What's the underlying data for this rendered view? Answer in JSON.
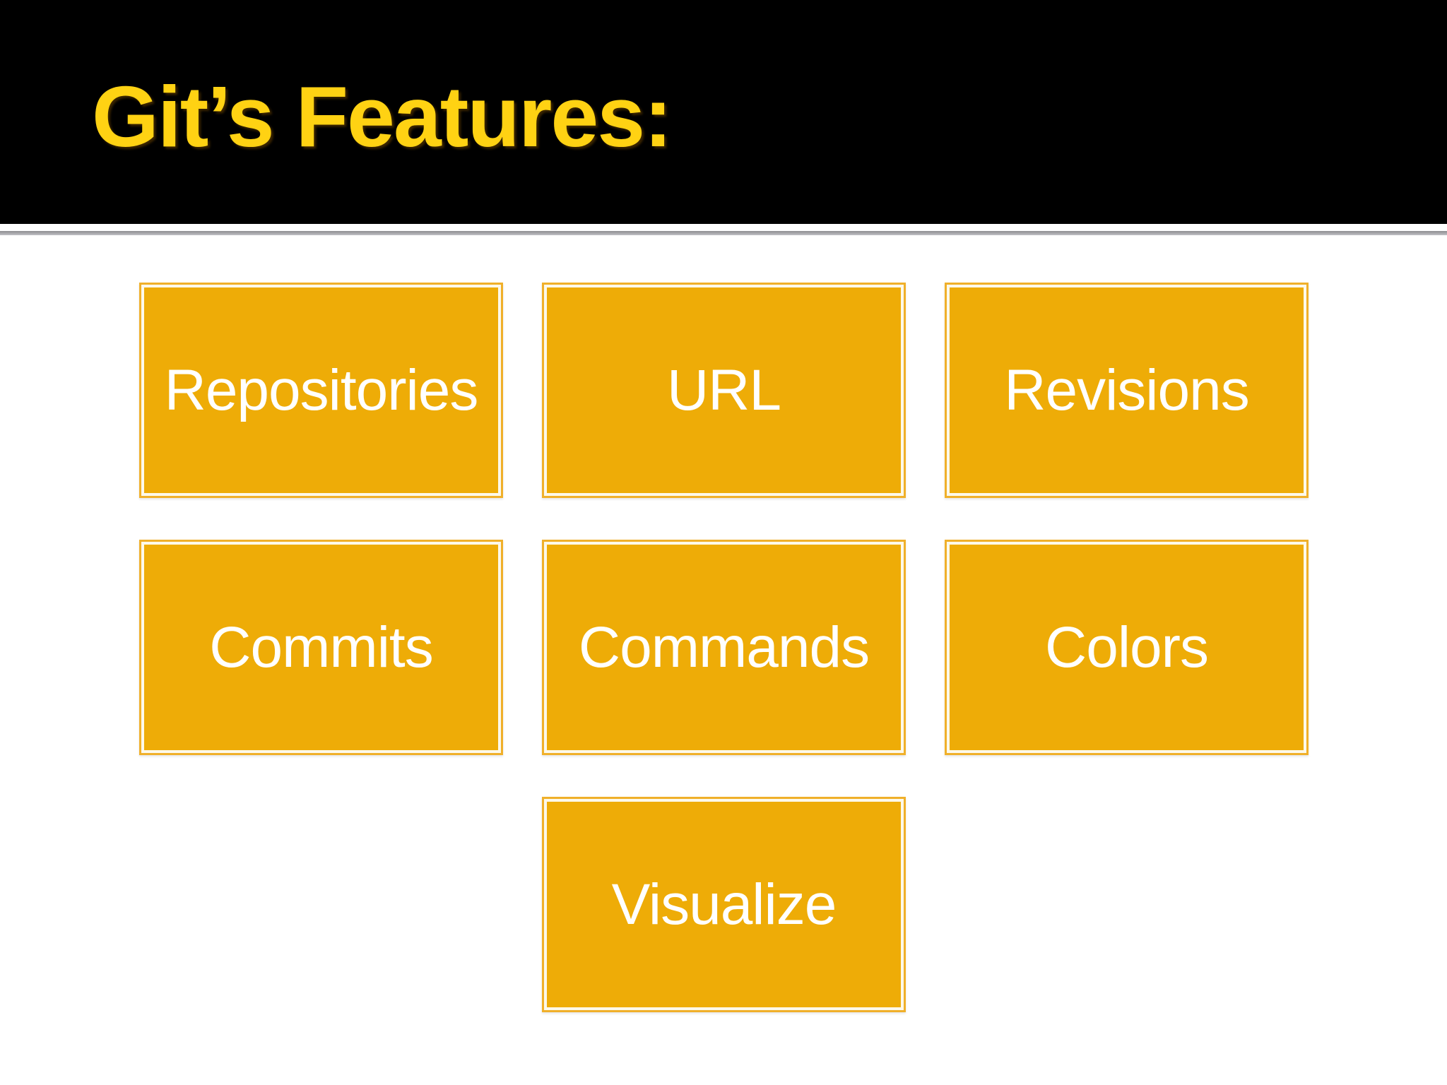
{
  "slide": {
    "title": "Git’s Features:"
  },
  "features": [
    {
      "label": "Repositories"
    },
    {
      "label": "URL"
    },
    {
      "label": "Revisions"
    },
    {
      "label": "Commits"
    },
    {
      "label": "Commands"
    },
    {
      "label": "Colors"
    },
    {
      "label": "Visualize"
    }
  ],
  "colors": {
    "background": "#FFFFFF",
    "title_band": "#000000",
    "title_text": "#FFD213",
    "separator": "#A5A5A9",
    "box_fill": "#EEAC07",
    "box_outer_border": "#F0B02A",
    "box_inner_line": "#FDF9EA",
    "box_text": "#FFFFFF"
  }
}
